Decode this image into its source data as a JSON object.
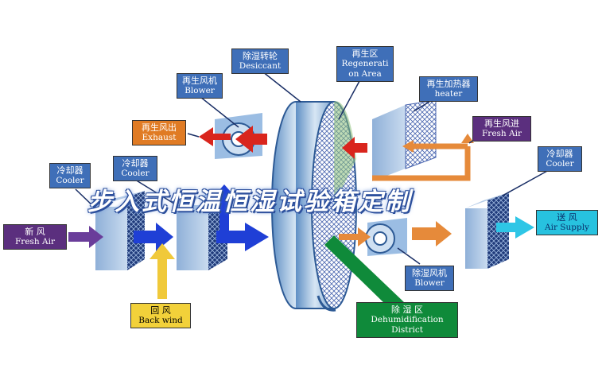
{
  "banner": "步入式恒温恒湿试验箱定制",
  "labels": {
    "desiccant": {
      "cn": "除湿转轮",
      "en": "Desiccant"
    },
    "regeneration_area": {
      "cn": "再生区",
      "en1": "Regenerati",
      "en2": "on Area"
    },
    "regen_blower": {
      "cn": "再生风机",
      "en": "Blower"
    },
    "regen_heater": {
      "cn": "再生加热器",
      "en": "heater"
    },
    "exhaust": {
      "cn": "再生风出",
      "en": "Exhaust"
    },
    "fresh_air_in": {
      "cn": "再生风进",
      "en": "Fresh Air"
    },
    "cooler1": {
      "cn": "冷却器",
      "en": "Cooler"
    },
    "cooler2": {
      "cn": "冷却器",
      "en": "Cooler"
    },
    "cooler3": {
      "cn": "冷却器",
      "en": "Cooler"
    },
    "fresh_air": {
      "cn": "新   风",
      "en": "Fresh Air"
    },
    "air_supply": {
      "cn": "送  风",
      "en": "Air Supply"
    },
    "back_wind": {
      "cn": "回   风",
      "en": "Back wind"
    },
    "dehum_blower": {
      "cn": "除湿风机",
      "en": "Blower"
    },
    "dehum_district": {
      "cn": "除   湿   区",
      "en1": "Dehumidification",
      "en2": "District"
    }
  },
  "colors": {
    "label_blue": "#3f6fb8",
    "label_orange": "#e07b24",
    "label_purple": "#5b2f7e",
    "label_cyan": "#27c2df",
    "label_yellow": "#f2d13a",
    "label_green": "#0f8a3a",
    "arrow_blue": "#1f3fd6",
    "arrow_red": "#d9251d",
    "arrow_orange": "#e68a3a",
    "arrow_yellow": "#f0c93a",
    "arrow_purple": "#6a3d9a",
    "arrow_cyan": "#2ec6e6",
    "banner_text": "#ffffff"
  }
}
